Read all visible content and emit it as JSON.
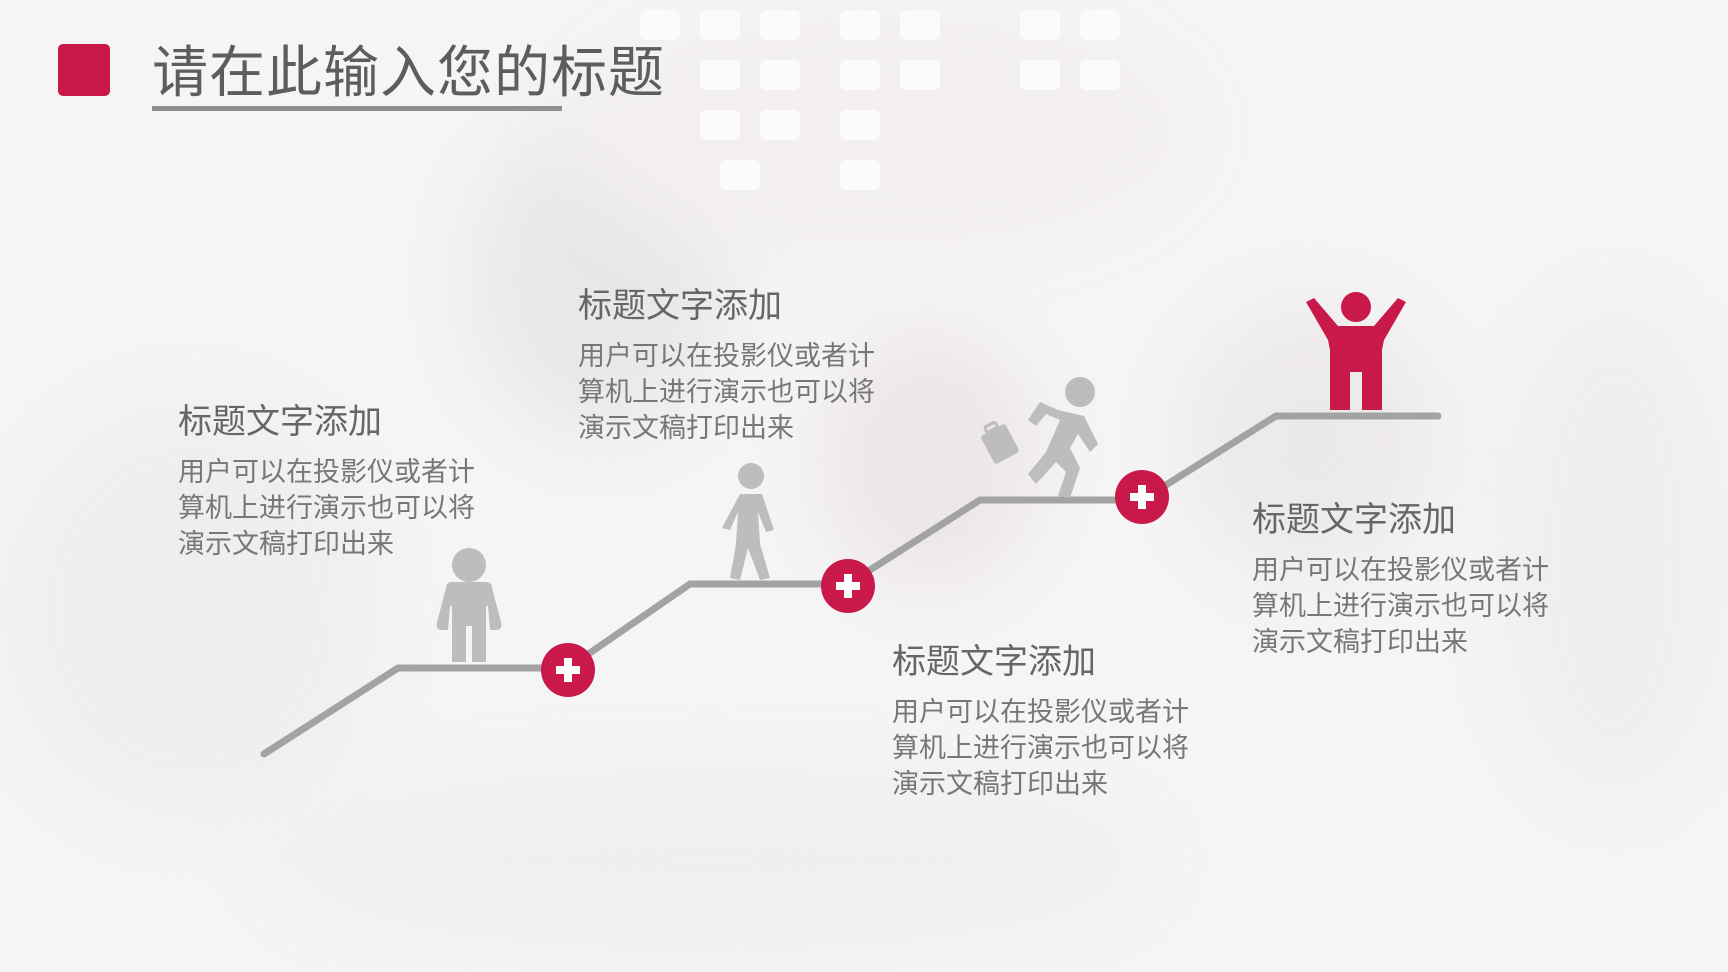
{
  "slide": {
    "title": "请在此输入您的标题",
    "accent_color": "#c8194a",
    "line_color": "#a3a3a3"
  },
  "blocks": [
    {
      "title": "标题文字添加",
      "lines": [
        "用户可以在投影仪或者计",
        "算机上进行演示也可以将",
        "演示文稿打印出来"
      ]
    },
    {
      "title": "标题文字添加",
      "lines": [
        "用户可以在投影仪或者计",
        "算机上进行演示也可以将",
        "演示文稿打印出来"
      ]
    },
    {
      "title": "标题文字添加",
      "lines": [
        "用户可以在投影仪或者计",
        "算机上进行演示也可以将",
        "演示文稿打印出来"
      ]
    },
    {
      "title": "标题文字添加",
      "lines": [
        "用户可以在投影仪或者计",
        "算机上进行演示也可以将",
        "演示文稿打印出来"
      ]
    }
  ],
  "icons": [
    "standing-person-icon",
    "walking-person-icon",
    "running-businessman-icon",
    "celebrating-person-icon",
    "plus-icon"
  ]
}
